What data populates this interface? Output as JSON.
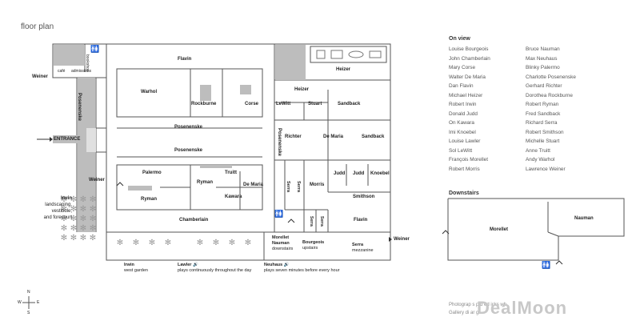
{
  "page_title": "floor plan",
  "entrance_label": "ENTRANCE",
  "rooms": {
    "flavin_top": "Flavin",
    "warhol": "Warhol",
    "rockburne": "Rockburne",
    "corse": "Corse",
    "heizer_top": "Heizer",
    "heizer_mid": "Heizer",
    "lewitt": "LeWitt",
    "stuart": "Stuart",
    "sandback_top": "Sandback",
    "posenenske_vertical": "Posenenske",
    "posenenske_1": "Posenenske",
    "posenenske_2": "Posenenske",
    "posenenske_vertical_2": "Posenenske",
    "richter": "Richter",
    "de_maria": "De Maria",
    "sandback_mid": "Sandback",
    "palermo": "Palermo",
    "truitt": "Truitt",
    "ryman_1": "Ryman",
    "de_maria_2": "De Maria",
    "kawara": "Kawara",
    "ryman_2": "Ryman",
    "judd_1": "Judd",
    "judd_2": "Judd",
    "knoebel": "Knoebel",
    "serra_1": "Serra",
    "serra_2": "Serra",
    "morris": "Morris",
    "smithson": "Smithson",
    "flavin_bottom": "Flavin",
    "serra_3": "Serra",
    "serra_4": "Serra",
    "chamberlain": "Chamberlain",
    "bookshop": "bookshop",
    "cafe": "café",
    "admissions": "admissions",
    "weiner_1": "Weiner",
    "weiner_2": "Weiner",
    "weiner_3": "Weiner",
    "irwin_title": "Irwin",
    "irwin_desc_1": "landscaping,",
    "irwin_desc_2": "vestibule,",
    "irwin_desc_3": "and forecourt",
    "morellet_nauman_1": "Morellet",
    "morellet_nauman_2": "Nauman",
    "downstairs": "downstairs",
    "bourgeois": "Bourgeois",
    "upstairs": "upstairs",
    "serra_mezz": "Serra",
    "mezzanine": "mezzanine"
  },
  "captions": {
    "irwin": "Irwin",
    "irwin_sub": "west garden",
    "lawler": "Lawler",
    "lawler_sub": "plays continuously throughout the day",
    "neuhaus": "Neuhaus",
    "neuhaus_sub": "plays seven minutes before every hour"
  },
  "compass": {
    "n": "N",
    "e": "E",
    "s": "S",
    "w": "W"
  },
  "on_view": {
    "heading": "On view",
    "col1": [
      "Louise Bourgeois",
      "John Chamberlain",
      "Mary Corse",
      "Walter De Maria",
      "Dan Flavin",
      "Michael Heizer",
      "Robert Irwin",
      "Donald Judd",
      "On Kawara",
      "Imi Knoebel",
      "Louise Lawler",
      "Sol LeWitt",
      "François Morellet",
      "Robert Morris"
    ],
    "col2": [
      "Bruce Nauman",
      "Max Neuhaus",
      "Blinky Palermo",
      "Charlotte Posenenske",
      "Gerhard Richter",
      "Dorothea Rockburne",
      "Robert Ryman",
      "Fred Sandback",
      "Richard Serra",
      "Robert Smithson",
      "Michelle Stuart",
      "Anne Truitt",
      "Andy Warhol",
      "Lawrence Weiner"
    ]
  },
  "downstairs_plan": {
    "heading": "Downstairs",
    "morellet": "Morellet",
    "nauman": "Nauman"
  },
  "footer": {
    "line1": "Photograp        s     p   d        ed      icks  wh",
    "line2": "Gallery di          ar          g             "
  },
  "watermark": "DealMoon"
}
